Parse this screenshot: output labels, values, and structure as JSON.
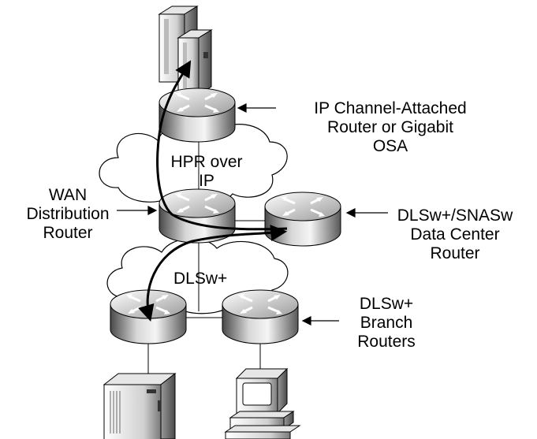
{
  "labels": {
    "ip_channel": [
      "IP Channel-Attached",
      "Router or Gigabit",
      "OSA"
    ],
    "hpr_over_ip": [
      "HPR over",
      "IP"
    ],
    "wan_distribution": [
      "WAN",
      "Distribution",
      "Router"
    ],
    "dlsw_snasw": [
      "DLSw+/SNASw",
      "Data Center",
      "Router"
    ],
    "dlsw_cloud": "DLSw+",
    "dlsw_branch": [
      "DLSw+",
      "Branch",
      "Routers"
    ]
  },
  "icons": {
    "mainframe": "mainframe-icon",
    "router": "router-icon",
    "cloud": "cloud-icon",
    "server": "server-icon",
    "workstation": "workstation-icon"
  },
  "colors": {
    "line": "#000000",
    "fill_light": "#f2f2f2",
    "fill_mid": "#bdbdbd",
    "fill_dark": "#6e6e6e"
  }
}
